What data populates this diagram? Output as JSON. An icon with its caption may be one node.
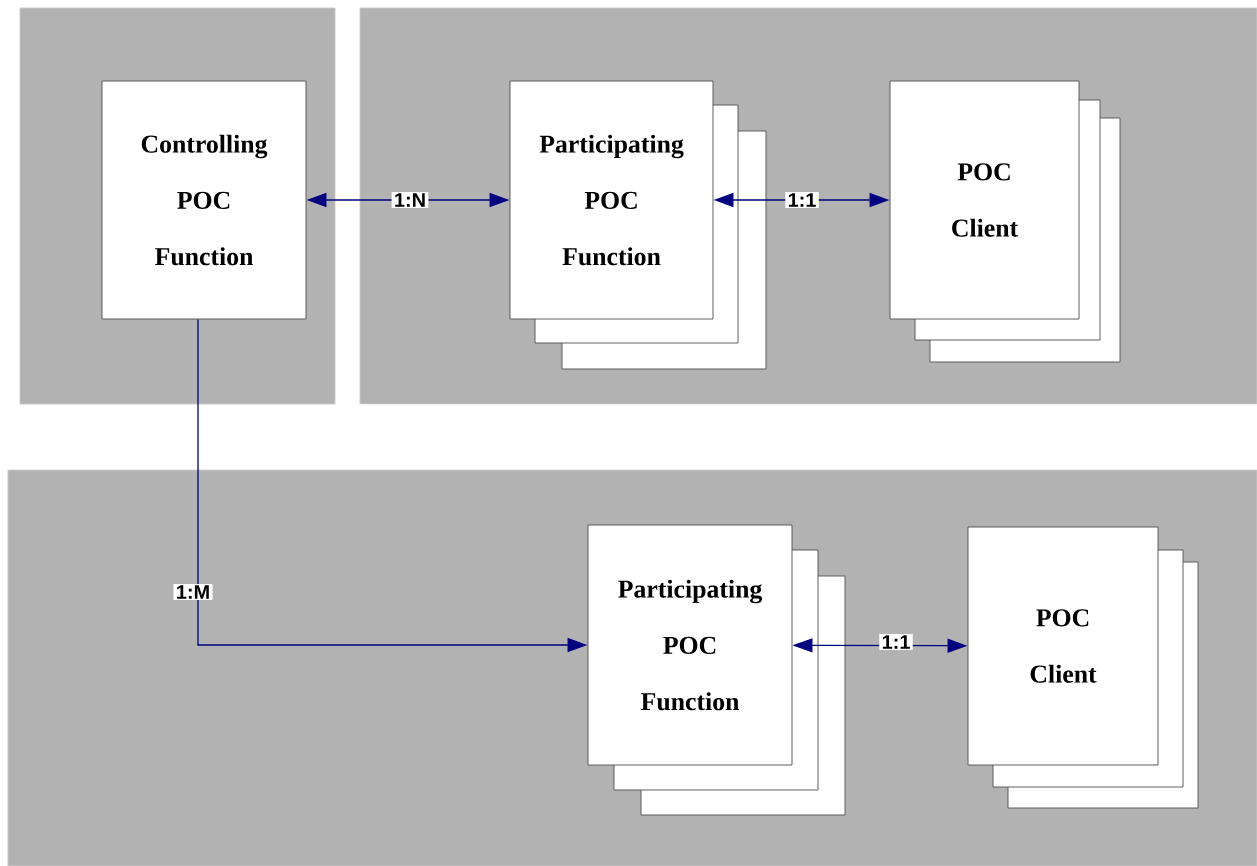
{
  "diagram": {
    "nodes": [
      {
        "text": [],
        "shape": "box"
      },
      {
        "text": [],
        "shape": "box"
      },
      {
        "text": [],
        "shape": "box"
      },
      {
        "text": [
          "Controlling POC Function"
        ],
        "in": 0
      },
      {
        "text": [
          "Participating POC Function"
        ],
        "in": 1
      },
      {
        "text": [
          "POC Client"
        ],
        "in": 1
      },
      {
        "text": [
          "Participating POC Function"
        ],
        "in": 2
      },
      {
        "text": [
          "POC Client"
        ],
        "in": 2
      }
    ],
    "edges": [
      {
        "from": 3,
        "to": 4,
        "arrow": "both",
        "label": "1:N"
      },
      {
        "from": 4,
        "to": 5,
        "arrow": "both",
        "label": "1:1"
      },
      {
        "from": 3,
        "to": 6,
        "arrow": "to",
        "label": "1:M"
      },
      {
        "from": 6,
        "to": 7,
        "arrow": "both",
        "label": "1:1"
      }
    ]
  }
}
